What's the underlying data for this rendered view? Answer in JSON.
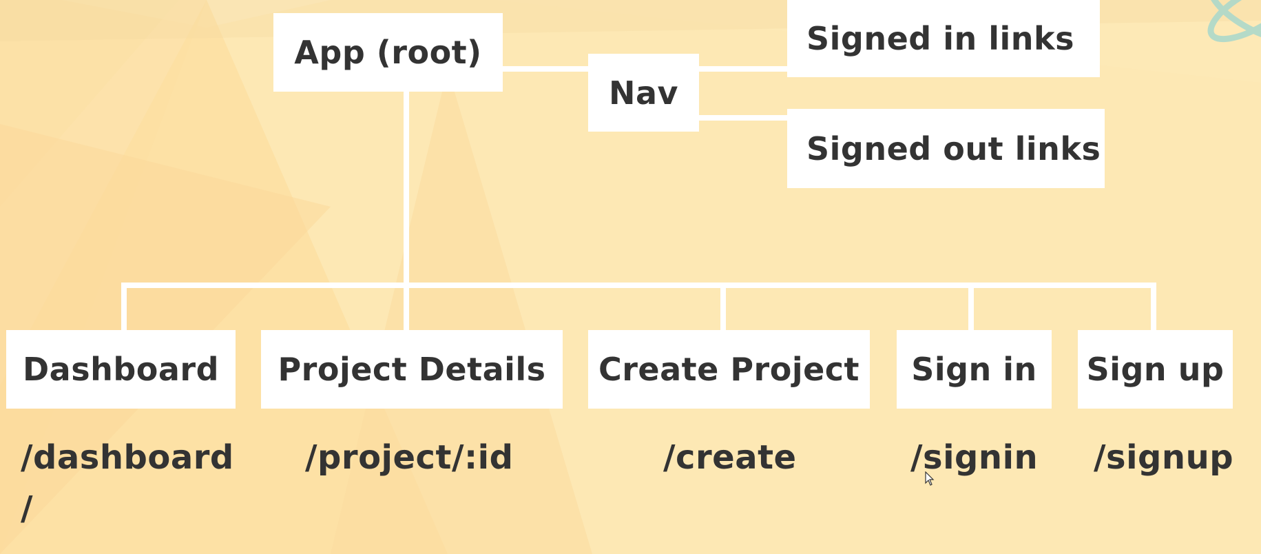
{
  "diagram": {
    "nodes": {
      "app_root": "App (root)",
      "nav": "Nav",
      "signed_in_links": "Signed in links",
      "signed_out_links": "Signed out links",
      "dashboard": "Dashboard",
      "project_details": "Project Details",
      "create_project": "Create Project",
      "sign_in": "Sign in",
      "sign_up": "Sign up"
    },
    "routes": {
      "dashboard": "/dashboard",
      "dashboard_alt": "/",
      "project_details": "/project/:id",
      "create_project": "/create",
      "sign_in": "/signin",
      "sign_up": "/signup"
    },
    "edges": [
      [
        "App (root)",
        "Nav"
      ],
      [
        "Nav",
        "Signed in links"
      ],
      [
        "Nav",
        "Signed out links"
      ],
      [
        "App (root)",
        "Dashboard"
      ],
      [
        "App (root)",
        "Project Details"
      ],
      [
        "App (root)",
        "Create Project"
      ],
      [
        "App (root)",
        "Sign in"
      ],
      [
        "App (root)",
        "Sign up"
      ]
    ]
  },
  "colors": {
    "background": "#fde8b4",
    "box": "#ffffff",
    "text": "#333333",
    "connector": "#ffffff"
  },
  "icons": {
    "cursor": "mouse-pointer-icon",
    "logo": "react-logo-icon"
  }
}
